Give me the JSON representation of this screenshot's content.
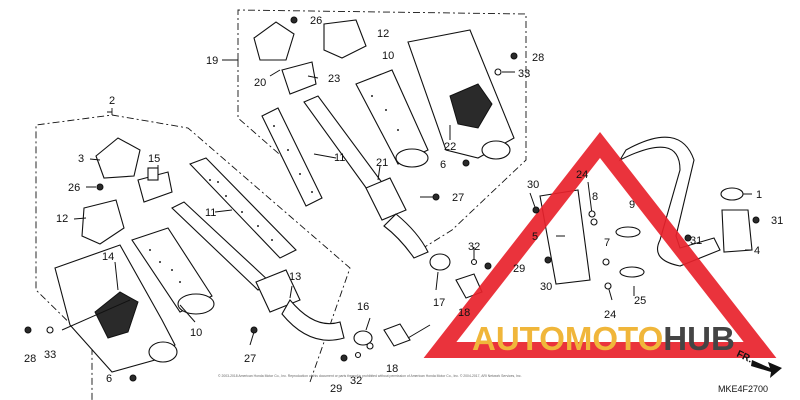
{
  "diagram": {
    "code": "MKE4F2700",
    "direction_label": "FR.",
    "copyright": "© 2003-2018 American Honda Motor Co., Inc. Reproduction of this document or parts thereof is prohibited without permission of American Honda Motor Co., Inc. © 2004-2017, ARI Network Services, Inc."
  },
  "watermark": {
    "part1": "AUTOMOTO",
    "part2": "HUB",
    "red": "#e8222b",
    "orange": "#f0b63a",
    "gray": "#444444"
  },
  "callouts": {
    "c1": "1",
    "c2": "2",
    "c3": "3",
    "c4": "4",
    "c5": "5",
    "c6a": "6",
    "c6b": "6",
    "c7": "7",
    "c8": "8",
    "c9": "9",
    "c10a": "10",
    "c10b": "10",
    "c11a": "11",
    "c11b": "11",
    "c12a": "12",
    "c12b": "12",
    "c13": "13",
    "c14": "14",
    "c15": "15",
    "c16": "16",
    "c17": "17",
    "c18a": "18",
    "c18b": "18",
    "c19": "19",
    "c20": "20",
    "c21": "21",
    "c22": "22",
    "c23": "23",
    "c24a": "24",
    "c24b": "24",
    "c25": "25",
    "c26a": "26",
    "c26b": "26",
    "c27a": "27",
    "c27b": "27",
    "c28a": "28",
    "c28b": "28",
    "c29a": "29",
    "c29b": "29",
    "c30a": "30",
    "c30b": "30",
    "c31a": "31",
    "c31b": "31",
    "c32a": "32",
    "c32b": "32",
    "c33a": "33",
    "c33b": "33"
  }
}
